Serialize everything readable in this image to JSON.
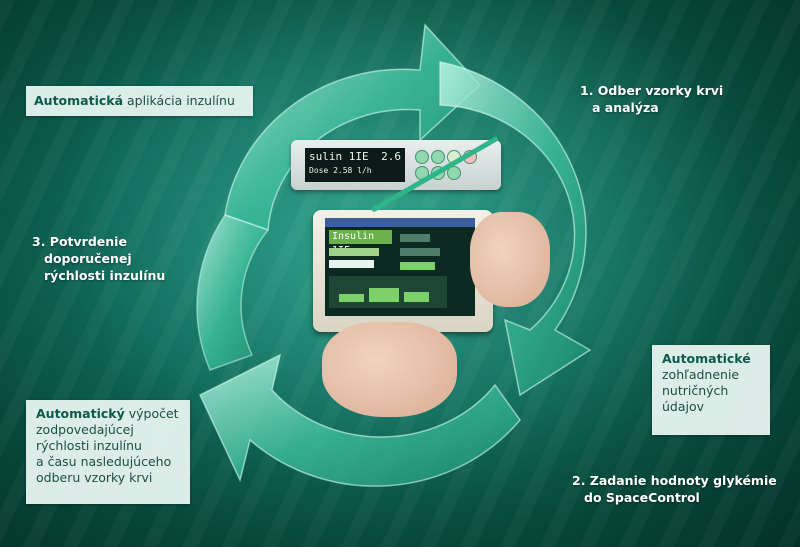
{
  "steps": {
    "step1": {
      "line1": "1. Odber vzorky krvi",
      "line2": "a analýza"
    },
    "step2": {
      "line1": "2. Zadanie hodnoty glykémie",
      "line2": "do SpaceControl"
    },
    "step3": {
      "line1": "3. Potvrdenie",
      "line2": "doporučenej",
      "line3": "rýchlosti inzulínu"
    }
  },
  "boxes": {
    "insulin_application": {
      "bold": "Automatická",
      "rest": "aplikácia inzulínu"
    },
    "nutrition": {
      "bold": "Automatické",
      "line2": "zohľadnenie",
      "line3": "nutričných",
      "line4": "údajov"
    },
    "calculation": {
      "bold": "Automatický",
      "rest": "výpočet",
      "line2": "zodpovedajúcej",
      "line3": "rýchlosti inzulínu",
      "line4": "a času nasledujúceho",
      "line5": "odberu vzorky krvi"
    }
  },
  "device": {
    "pump_display": "sulin 1IE",
    "pump_value": "2.6",
    "pump_sub": "Dose 2.58 l/h",
    "tablet_title": "Insulin 1IE"
  },
  "colors": {
    "background": "#0f6a5b",
    "arrow": "#3fbf9f",
    "box": "#e8f4f0",
    "text_dark": "#0e5a4b"
  }
}
